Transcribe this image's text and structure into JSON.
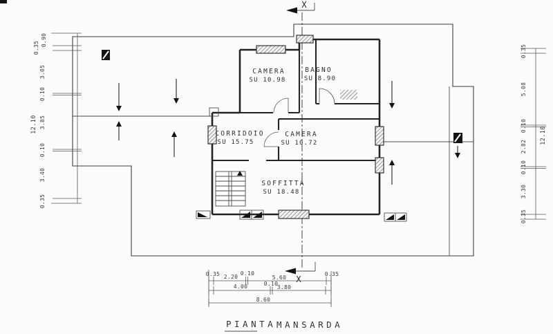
{
  "drawing": {
    "title_words": [
      "PIANTA",
      "MANSARDA"
    ],
    "section_label_top": "X",
    "section_label_bottom": "X"
  },
  "rooms": [
    {
      "name": "CAMERA",
      "area": "SU 10.98"
    },
    {
      "name": "BAGNO",
      "area": "SU 8.90"
    },
    {
      "name": "CORRIDOIO",
      "area": "SU 15.75"
    },
    {
      "name": "CAMERA",
      "area": "SU 10.72"
    },
    {
      "name": "SOFFITTA",
      "area": "SU 18.48"
    }
  ],
  "dimensions": {
    "left": {
      "segments": [
        "0.90",
        "0.35",
        "3.05",
        "0.10",
        "3.85",
        "0.10",
        "3.40",
        "0.35"
      ],
      "total": "12.10"
    },
    "right": {
      "segments": [
        "0.35",
        "5.08",
        "0.10",
        "2.82",
        "0.10",
        "3.30",
        "0.35"
      ],
      "total": "12.10"
    },
    "bottom": {
      "row1": [
        "0.35",
        "2.20",
        "0.10",
        "5.60",
        "0.35"
      ],
      "row2": [
        "4.00",
        "0.10",
        "3.80"
      ],
      "total": "8.60"
    }
  },
  "colors": {
    "ink": "#2d2d2d",
    "paper": "#fcfcfa"
  }
}
